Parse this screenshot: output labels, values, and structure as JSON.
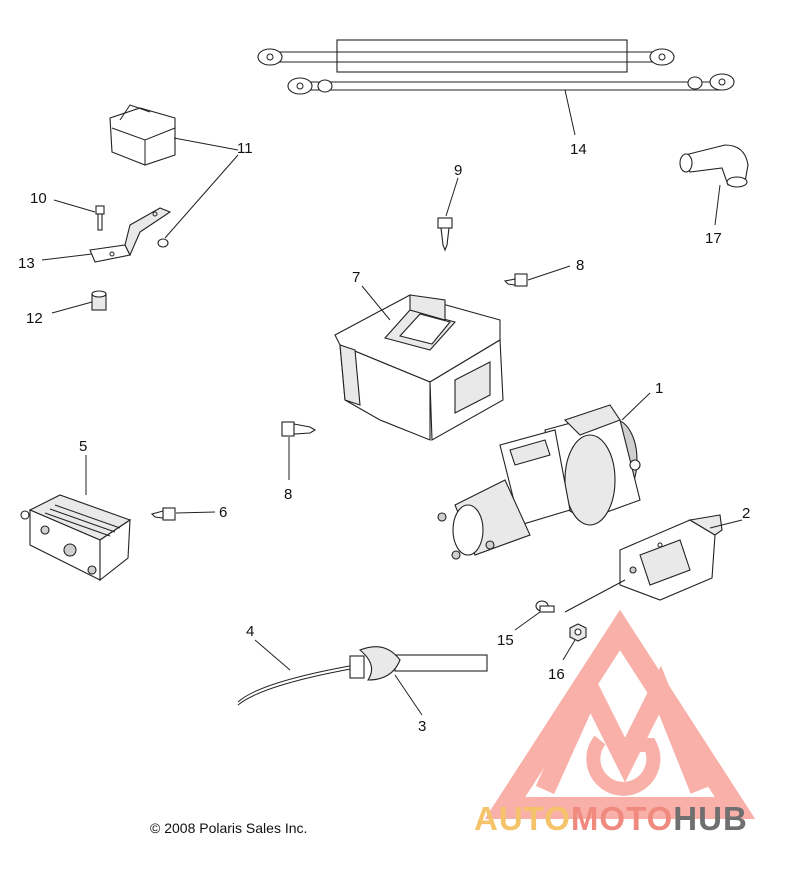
{
  "callouts": {
    "c1": "1",
    "c2": "2",
    "c3": "3",
    "c4": "4",
    "c5": "5",
    "c6": "6",
    "c7": "7",
    "c8a": "8",
    "c8b": "8",
    "c9": "9",
    "c10": "10",
    "c11": "11",
    "c12": "12",
    "c13": "13",
    "c14": "14",
    "c15": "15",
    "c16": "16",
    "c17": "17"
  },
  "copyright": "© 2008 Polaris Sales Inc.",
  "watermark": {
    "part1": "AUTO",
    "part2": "MOTO",
    "part3": "HUB",
    "colors": {
      "auto": "#f5c46a",
      "moto": "#f08a7e",
      "hub": "#6f6f6f",
      "logo": "#f7a39a"
    }
  },
  "icons": {
    "watermark_logo": "triangle-m-logo"
  }
}
